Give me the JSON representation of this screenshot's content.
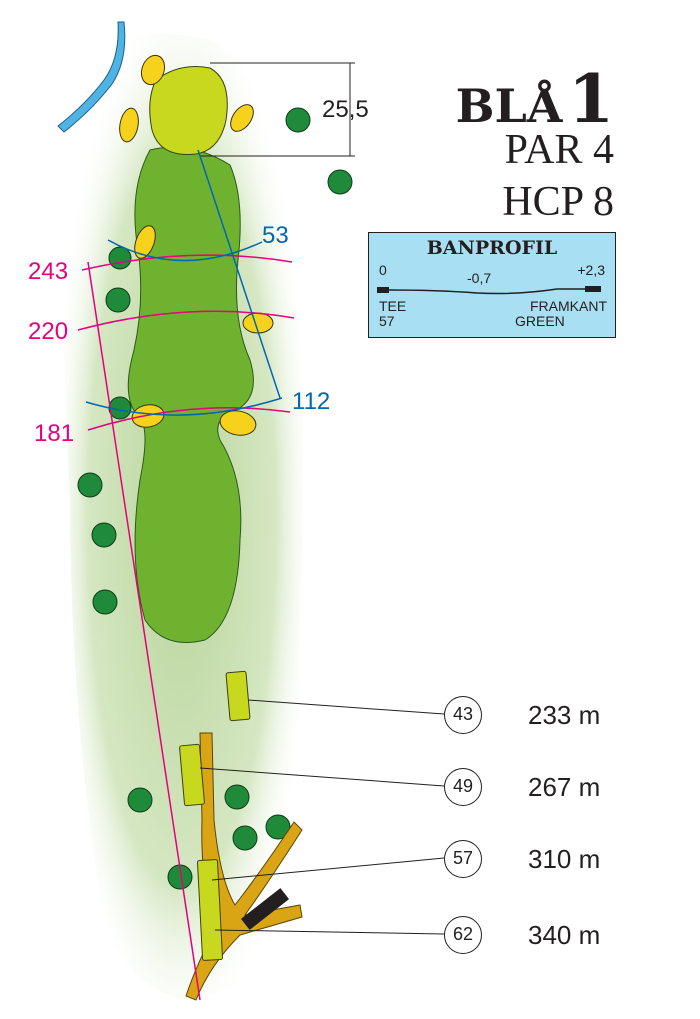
{
  "header": {
    "course": "BLÅ",
    "hole_number": "1",
    "par": "PAR 4",
    "hcp": "HCP 8"
  },
  "profile": {
    "title": "BANPROFIL",
    "start_value": "0",
    "mid_value": "-0,7",
    "end_value": "+2,3",
    "left_label_1": "TEE",
    "left_label_2": "57",
    "right_label_1": "FRAMKANT",
    "right_label_2": "GREEN"
  },
  "green_depth": "25,5",
  "distance_markers": {
    "red": [
      "243",
      "220",
      "181"
    ],
    "blue": [
      "53",
      "112"
    ]
  },
  "tees": [
    {
      "tee": "43",
      "distance": "233 m"
    },
    {
      "tee": "49",
      "distance": "267 m"
    },
    {
      "tee": "57",
      "distance": "310 m"
    },
    {
      "tee": "62",
      "distance": "340 m"
    }
  ],
  "colors": {
    "fairway": "#6fb22f",
    "rough": "#cfe3b8",
    "green": "#c8d81e",
    "bunker": "#f7d21c",
    "water": "#4fb4e3",
    "tree": "#1f8a3a",
    "red_line": "#e5007e",
    "blue_line": "#0067b1",
    "path": "#d9a515",
    "profile_bg": "#a9dff2"
  }
}
